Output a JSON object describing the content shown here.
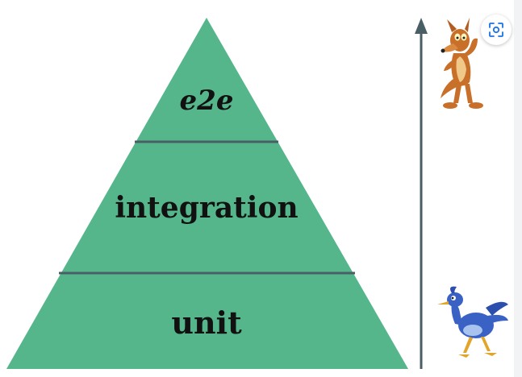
{
  "colors": {
    "pyramid_fill": "#55b68c",
    "pyramid_divider": "#4a5e66",
    "arrow": "#4a5e66",
    "label": "#111111",
    "lens_icon": "#1a73e8"
  },
  "pyramid": {
    "tiers": [
      {
        "label": "e2e"
      },
      {
        "label": "integration"
      },
      {
        "label": "unit"
      }
    ]
  },
  "arrow": {
    "direction": "up",
    "top_character": "coyote-icon",
    "bottom_character": "roadrunner-icon"
  },
  "overlay": {
    "lens_button_icon": "lens-icon"
  }
}
